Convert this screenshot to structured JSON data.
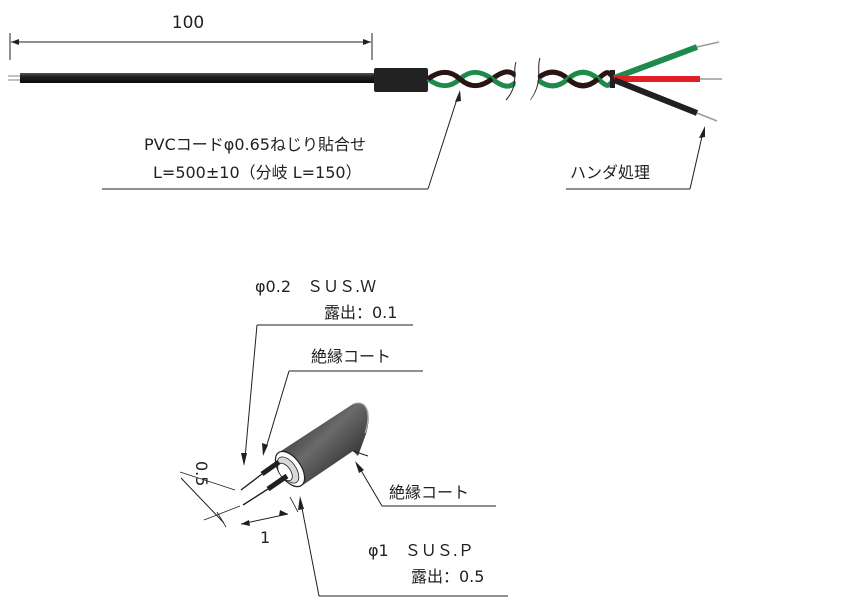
{
  "labels": {
    "dim_100": "100",
    "cord_line1": "PVCコードφ0.65ねじり貼合せ",
    "cord_line2": "L=500±10（分岐 L=150）",
    "solder": "ハンダ処理",
    "wire1_line1": "φ0.2　ＳＵＳ.Ｗ",
    "wire1_line2": "露出：0.1",
    "insulation_top": "絶縁コート",
    "insulation_right": "絶縁コート",
    "wire2_line1": "φ1　ＳＵＳ.Ｐ",
    "wire2_line2": "露出：0.5",
    "dim_05": "0.5",
    "dim_1": "1"
  },
  "colors": {
    "ink": "#231f20",
    "cable": "#1a1a1a",
    "wire_green": "#1e8a4c",
    "wire_red": "#e01f26",
    "wire_black": "#231f20",
    "wire_tip": "#9a9a9a"
  }
}
